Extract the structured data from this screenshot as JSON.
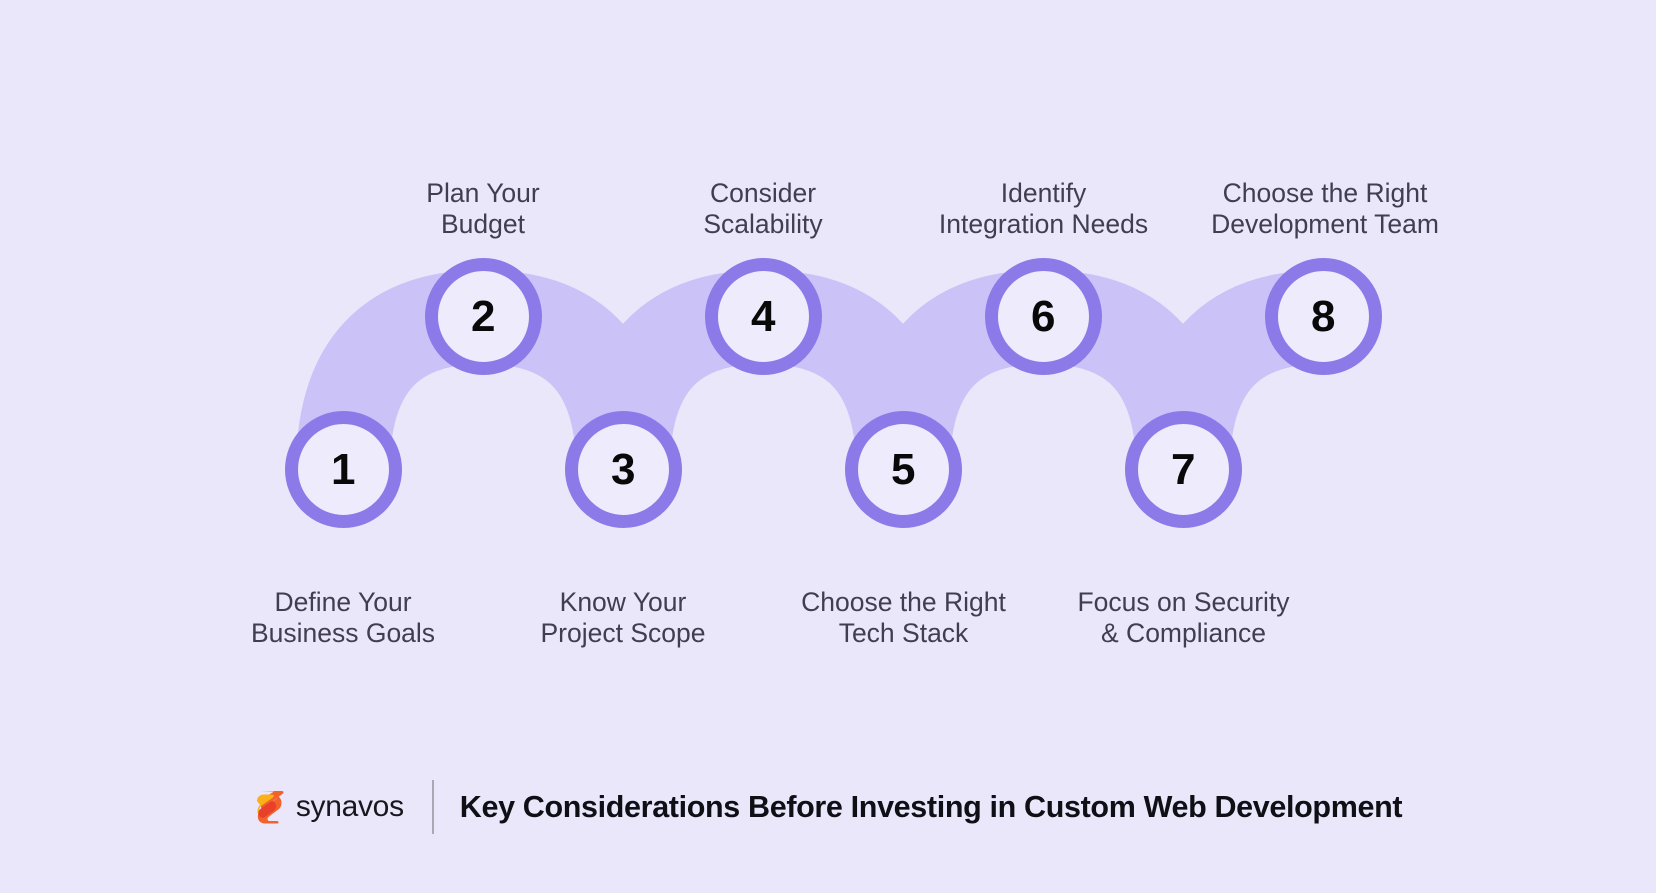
{
  "background_color": "#ebe7fb",
  "colors": {
    "ring": "#8b7ae8",
    "circle_fill": "#eeebfc",
    "ribbon": "#cbc2f7",
    "label_text": "#403e4f",
    "number_text": "#090909",
    "footer_title_text": "#0f0f16",
    "divider": "#a9a8b4",
    "logo_orange": "#f2622a",
    "logo_red": "#e8402a",
    "logo_yellow": "#fbb018"
  },
  "steps": [
    {
      "number": "1",
      "label": "Define Your\nBusiness Goals",
      "row": "bottom"
    },
    {
      "number": "2",
      "label": "Plan Your\nBudget",
      "row": "top"
    },
    {
      "number": "3",
      "label": "Know Your\nProject Scope",
      "row": "bottom"
    },
    {
      "number": "4",
      "label": "Consider\nScalability",
      "row": "top"
    },
    {
      "number": "5",
      "label": "Choose the Right\nTech Stack",
      "row": "bottom"
    },
    {
      "number": "6",
      "label": "Identify\nIntegration Needs",
      "row": "top"
    },
    {
      "number": "7",
      "label": "Focus on Security\n& Compliance",
      "row": "bottom"
    },
    {
      "number": "8",
      "label": "Choose the Right\nDevelopment Team",
      "row": "top"
    }
  ],
  "footer": {
    "brand_name": "synavos",
    "logo_icon": "synavos-s-ribbon-logo",
    "title": "Key Considerations Before Investing in Custom Web Development"
  }
}
